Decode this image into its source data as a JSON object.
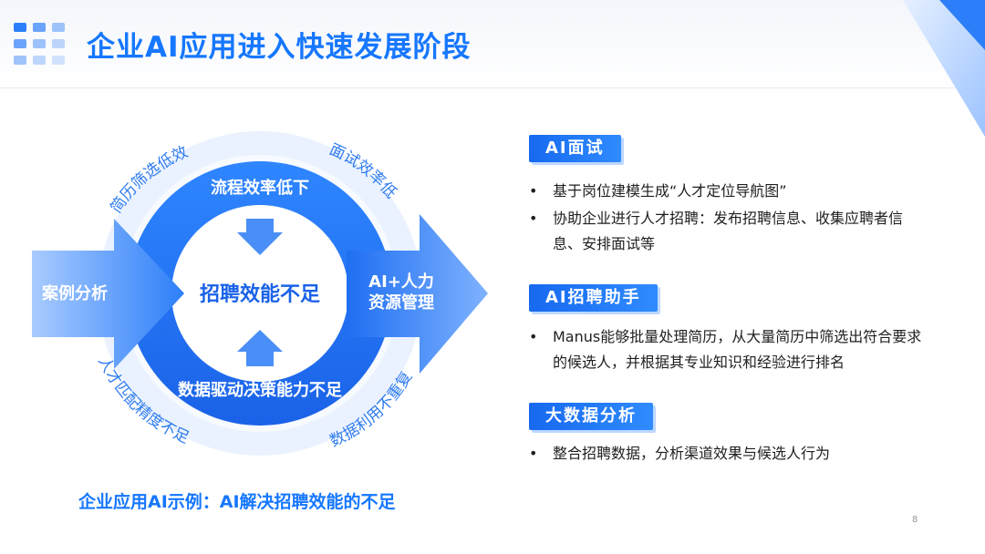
{
  "header": {
    "title": "企业AI应用进入快速发展阶段"
  },
  "diagram": {
    "left_arrow_label": "案例分析",
    "center_label": "招聘效能不足",
    "top_ring_label": "流程效率低下",
    "bottom_ring_label": "数据驱动决策能力不足",
    "right_arrow_label_line1": "AI+人力",
    "right_arrow_label_line2": "资源管理",
    "arc_top_left": "简历筛选低效",
    "arc_top_right": "面试效率低",
    "arc_bottom_left": "人才匹配精度不足",
    "arc_bottom_right": "数据利用不重复"
  },
  "sections": [
    {
      "title": "AI面试",
      "bullets": [
        "基于岗位建模生成“人才定位导航图”",
        "协助企业进行人才招聘：发布招聘信息、收集应聘者信息、安排面试等"
      ]
    },
    {
      "title": "AI招聘助手",
      "bullets": [
        "Manus能够批量处理简历，从大量简历中筛选出符合要求的候选人，并根据其专业知识和经验进行排名"
      ]
    },
    {
      "title": "大数据分析",
      "bullets": [
        "整合招聘数据，分析渠道效果与候选人行为"
      ]
    }
  ],
  "bullet_symbol": "•",
  "caption": "企业应用AI示例：AI解决招聘效能的不足",
  "page_number": "8",
  "colors": {
    "accent": "#1677ff",
    "dark_blue": "#1769ef",
    "light_blue": "#d9e8ff"
  }
}
